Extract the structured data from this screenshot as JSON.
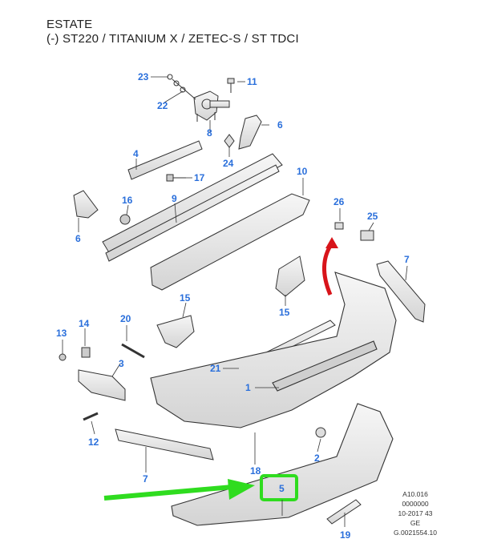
{
  "header": {
    "line1": "ESTATE",
    "line2": "(-) ST220 / TITANIUM X / ZETEC-S / ST TDCI"
  },
  "callouts": [
    "23",
    "22",
    "11",
    "8",
    "6",
    "24",
    "4",
    "17",
    "16",
    "9",
    "6",
    "10",
    "26",
    "25",
    "7",
    "15",
    "15",
    "14",
    "13",
    "20",
    "3",
    "21",
    "1",
    "12",
    "2",
    "18",
    "7",
    "5",
    "19"
  ],
  "reference": {
    "line1": "A10.016",
    "line2": "0000000",
    "line3": "10-2017 43",
    "line4": "GE",
    "line5": "G.0021554.10"
  },
  "colors": {
    "callout_text": "#2a6fdb",
    "highlight_box": "#2fdc1f",
    "arrow_green": "#2fdc1f",
    "arrow_red": "#d8141a",
    "part_fill": "#e8e8e8",
    "part_stroke": "#333333"
  }
}
